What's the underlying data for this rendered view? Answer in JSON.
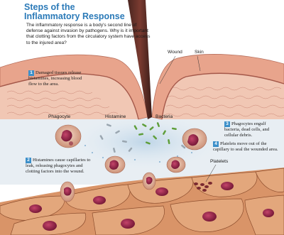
{
  "title_line1": "Steps of the",
  "title_line2": "Inflammatory Response",
  "intro": "The inflammatory response is a body's second line of defense against invasion by pathogens. Why is it important that clotting factors from the circulatory system have access to the injured area?",
  "labels": {
    "wound": "Wound",
    "skin": "Skin",
    "phagocyte": "Phagocyte",
    "histamine": "Histamine",
    "bacteria": "Bacteria",
    "platelets": "Platelets"
  },
  "steps": [
    {
      "num": "1",
      "text": "Damaged tissues release histamines, increasing blood flow to the area."
    },
    {
      "num": "2",
      "text": "Histamines cause capillaries to leak, releasing phagocytes and clotting factors into the wound."
    },
    {
      "num": "3",
      "text": "Phagocytes engulf bacteria, dead cells, and cellular debris."
    },
    {
      "num": "4",
      "text": "Platelets move out of the capillary to seal the wounded area."
    }
  ],
  "colors": {
    "title": "#2b7ab8",
    "step_badge": "#3c8fc9",
    "skin": "#e6a08c",
    "cell_body": "#d58a57",
    "nucleus": "#8a1f3c",
    "bacteria": "#5f9e3a"
  }
}
